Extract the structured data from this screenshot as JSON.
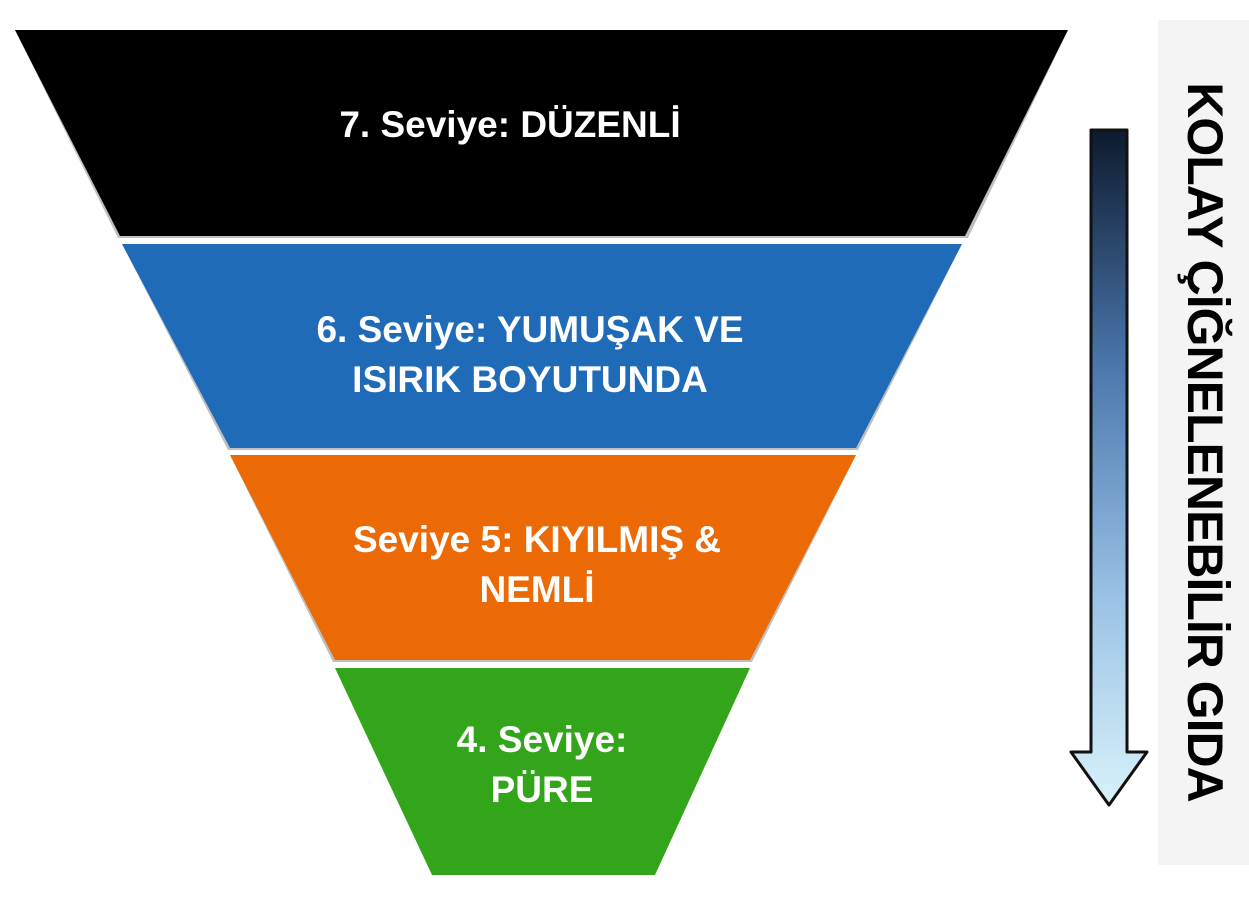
{
  "levels": [
    {
      "label_line1": "7. Seviye: DÜZENLİ",
      "label_line2": "",
      "color": "#000000"
    },
    {
      "label_line1": "6. Seviye: YUMUŞAK VE",
      "label_line2": "ISIRIK BOYUTUNDA",
      "color": "#1f6bb8"
    },
    {
      "label_line1": "Seviye 5: KIYILMIŞ &",
      "label_line2": "NEMLİ",
      "color": "#ec6a06"
    },
    {
      "label_line1": "4. Seviye:",
      "label_line2": "PÜRE",
      "color": "#33a51b"
    }
  ],
  "side_label": "KOLAY ÇİĞNELENEBİLİR GIDA"
}
